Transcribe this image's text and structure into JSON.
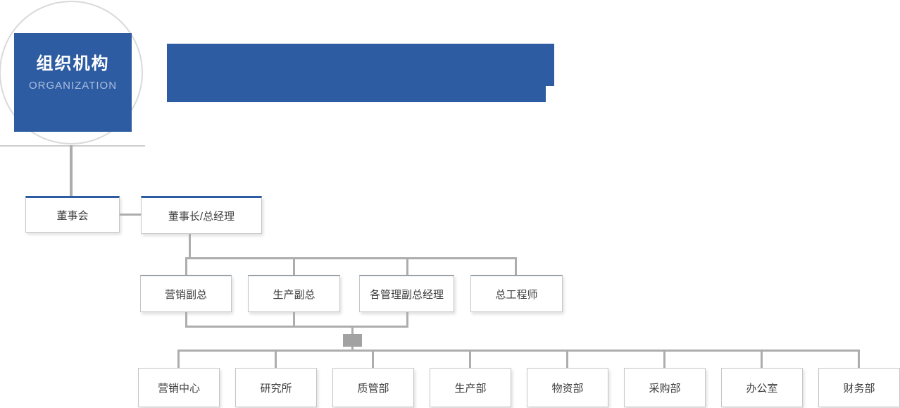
{
  "badge": {
    "title": "组织机构",
    "subtitle": "ORGANIZATION"
  },
  "org_chart": {
    "row1": [
      {
        "label": "董事会"
      },
      {
        "label": "董事长/总经理"
      }
    ],
    "row2": [
      {
        "label": "营销副总"
      },
      {
        "label": "生产副总"
      },
      {
        "label": "各管理副总经理"
      },
      {
        "label": "总工程师"
      }
    ],
    "row3": [
      {
        "label": "营销中心"
      },
      {
        "label": "研究所"
      },
      {
        "label": "质管部"
      },
      {
        "label": "生产部"
      },
      {
        "label": "物资部"
      },
      {
        "label": "采购部"
      },
      {
        "label": "办公室"
      },
      {
        "label": "财务部"
      }
    ]
  },
  "colors": {
    "primary_blue": "#2e5ca3",
    "connector_gray": "#adadad",
    "box_border": "#c6c6c6"
  }
}
